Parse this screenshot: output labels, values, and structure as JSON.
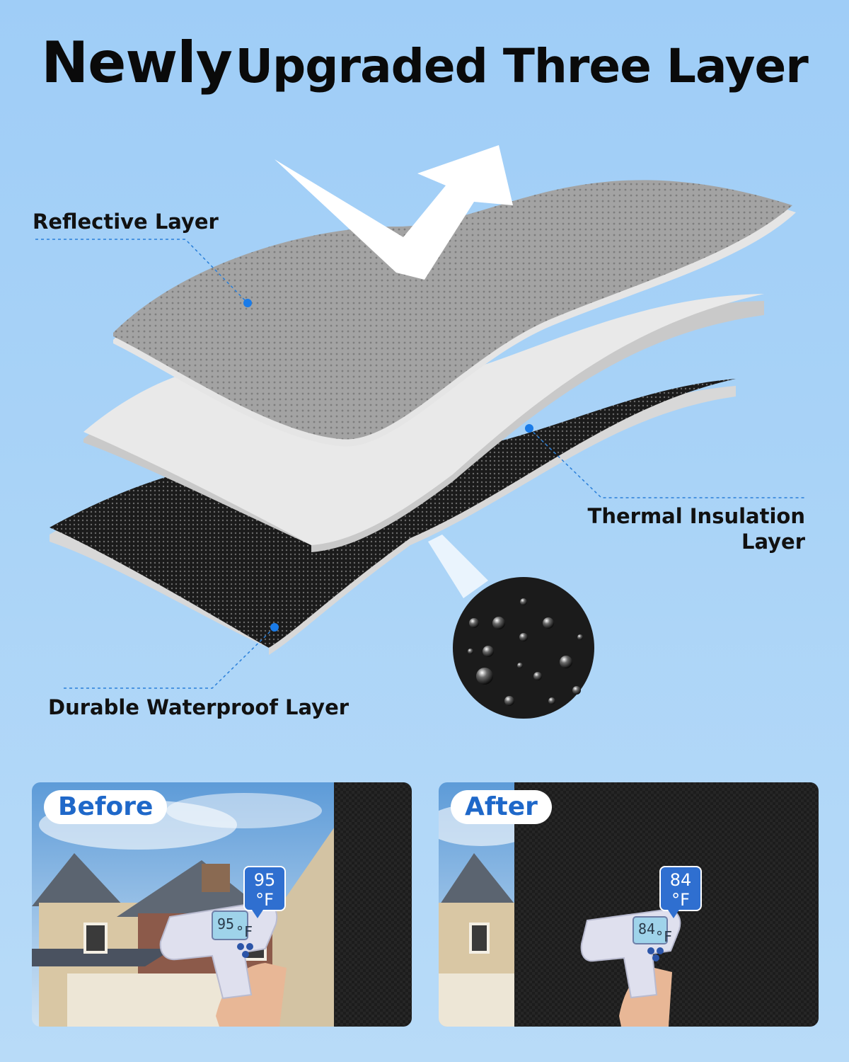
{
  "headline": {
    "part1": "Newly",
    "part2": "Upgraded Three Layer"
  },
  "layers": {
    "reflective": "Reflective Layer",
    "thermal_line1": "Thermal Insulation",
    "thermal_line2": "Layer",
    "waterproof": "Durable Waterproof Layer"
  },
  "comparison": {
    "before": {
      "label": "Before",
      "temp_value": "95",
      "temp_unit": "°F",
      "lcd_value": "95",
      "lcd_unit": "°F"
    },
    "after": {
      "label": "After",
      "temp_value": "84",
      "temp_unit": "°F",
      "lcd_value": "84",
      "lcd_unit": "°F"
    }
  },
  "colors": {
    "background": "#a9d3f7",
    "accent_blue": "#1f68c9",
    "bubble_blue": "#2f6fd0",
    "leader_dot": "#1a7be8"
  }
}
